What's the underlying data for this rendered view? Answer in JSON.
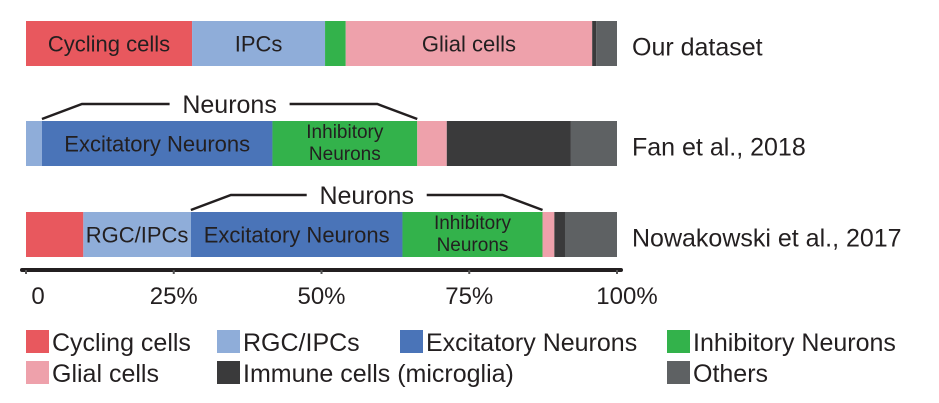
{
  "chart_data": {
    "type": "bar",
    "orientation": "horizontal",
    "stacked": true,
    "title": "",
    "xlabel": "",
    "ylabel": "",
    "xlim": [
      0,
      100
    ],
    "x_ticks": [
      "0",
      "25%",
      "50%",
      "75%",
      "100%"
    ],
    "x_tick_values": [
      0,
      25,
      50,
      75,
      100
    ],
    "grid": false,
    "legend_position": "bottom",
    "categories_colors": {
      "Cycling cells": "#e8585e",
      "RGC/IPCs": "#8fadd9",
      "Excitatory Neurons": "#4a74b8",
      "Inhibitory Neurons": "#33b24b",
      "Glial cells": "#eea1ab",
      "Immune cells (microglia)": "#3a3a3b",
      "Others": "#5e6163"
    },
    "legend": [
      {
        "label": "Cycling cells",
        "color": "#e8585e"
      },
      {
        "label": "RGC/IPCs",
        "color": "#8fadd9"
      },
      {
        "label": "Excitatory Neurons",
        "color": "#4a74b8"
      },
      {
        "label": "Inhibitory Neurons",
        "color": "#33b24b"
      },
      {
        "label": "Glial cells",
        "color": "#eea1ab"
      },
      {
        "label": "Immune cells (microglia)",
        "color": "#3a3a3b"
      },
      {
        "label": "Others",
        "color": "#5e6163"
      }
    ],
    "series": [
      {
        "name": "Our dataset",
        "segments": [
          {
            "category": "Cycling cells",
            "value": 28.1,
            "label": "Cycling cells"
          },
          {
            "category": "RGC/IPCs",
            "value": 22.5,
            "label": "IPCs"
          },
          {
            "category": "Inhibitory Neurons",
            "value": 3.5,
            "label": ""
          },
          {
            "category": "Glial cells",
            "value": 41.7,
            "label": "Glial cells"
          },
          {
            "category": "Immune cells (microglia)",
            "value": 0.7,
            "label": ""
          },
          {
            "category": "Others",
            "value": 3.5,
            "label": ""
          }
        ],
        "bracket": null
      },
      {
        "name": "Fan et al., 2018",
        "segments": [
          {
            "category": "RGC/IPCs",
            "value": 2.7,
            "label": ""
          },
          {
            "category": "Excitatory Neurons",
            "value": 39.0,
            "label": "Excitatory Neurons"
          },
          {
            "category": "Inhibitory Neurons",
            "value": 24.5,
            "label": "Inhibitory\nNeurons"
          },
          {
            "category": "Glial cells",
            "value": 5.0,
            "label": ""
          },
          {
            "category": "Immune cells (microglia)",
            "value": 21.0,
            "label": ""
          },
          {
            "category": "Others",
            "value": 7.8,
            "label": ""
          }
        ],
        "bracket": {
          "label": "Neurons",
          "from": 2.7,
          "to": 66.2
        }
      },
      {
        "name": "Nowakowski et al., 2017",
        "segments": [
          {
            "category": "Cycling cells",
            "value": 9.7,
            "label": ""
          },
          {
            "category": "RGC/IPCs",
            "value": 18.2,
            "label": "RGC/IPCs"
          },
          {
            "category": "Excitatory Neurons",
            "value": 35.8,
            "label": "Excitatory Neurons"
          },
          {
            "category": "Inhibitory Neurons",
            "value": 23.7,
            "label": "Inhibitory\nNeurons"
          },
          {
            "category": "Glial cells",
            "value": 2.0,
            "label": ""
          },
          {
            "category": "Immune cells (microglia)",
            "value": 1.8,
            "label": ""
          },
          {
            "category": "Others",
            "value": 8.8,
            "label": ""
          }
        ],
        "bracket": {
          "label": "Neurons",
          "from": 27.9,
          "to": 87.4
        }
      }
    ]
  }
}
